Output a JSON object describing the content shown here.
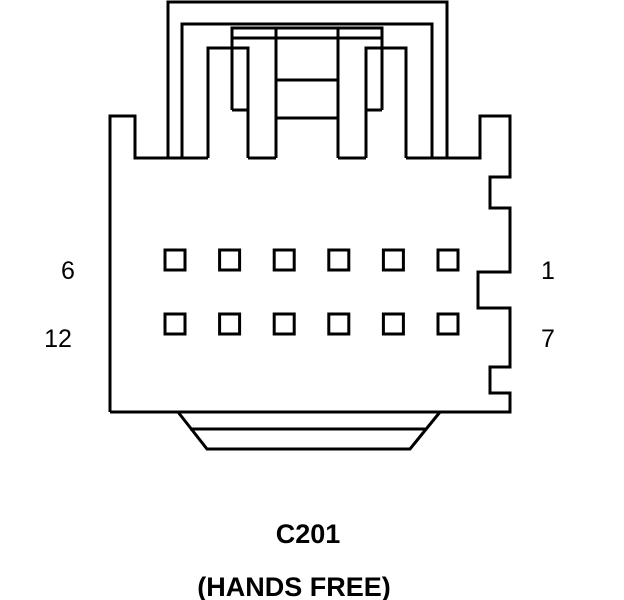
{
  "connector": {
    "id": "C201",
    "name": "(HANDS FREE)"
  },
  "pin_labels": {
    "top_left": "6",
    "top_right": "1",
    "bottom_left": "12",
    "bottom_right": "7"
  },
  "pins": {
    "rows": 2,
    "columns": 6
  },
  "colors": {
    "line": "#000000",
    "background": "#ffffff"
  }
}
